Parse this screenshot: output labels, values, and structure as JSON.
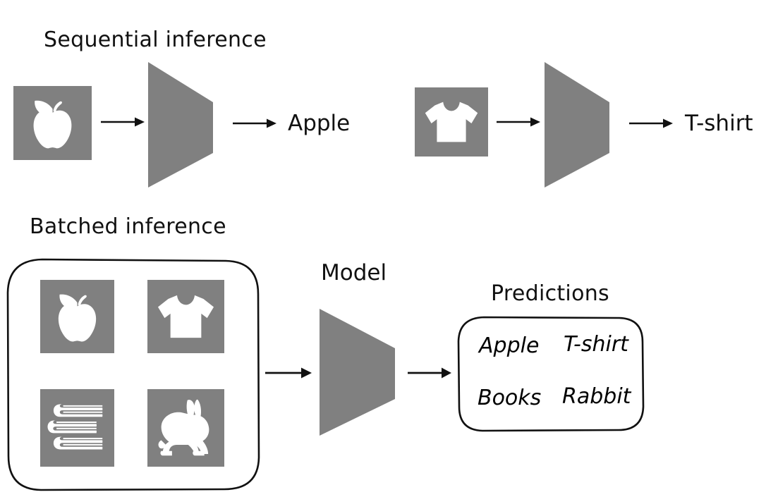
{
  "figure": {
    "background_color": "#ffffff",
    "tile_color": "#808080",
    "icon_color": "#ffffff",
    "stroke_color": "#111111",
    "model_shape_color": "#808080"
  },
  "sequential": {
    "title": "Sequential inference",
    "examples": [
      {
        "icon": "apple-icon",
        "prediction": "Apple"
      },
      {
        "icon": "tshirt-icon",
        "prediction": "T-shirt"
      }
    ]
  },
  "batched": {
    "title": "Batched inference",
    "model_label": "Model",
    "predictions_label": "Predictions",
    "batch_items": [
      {
        "icon": "apple-icon"
      },
      {
        "icon": "tshirt-icon"
      },
      {
        "icon": "books-icon"
      },
      {
        "icon": "rabbit-icon"
      }
    ],
    "predictions": [
      "Apple",
      "T-shirt",
      "Books",
      "Rabbit"
    ]
  }
}
